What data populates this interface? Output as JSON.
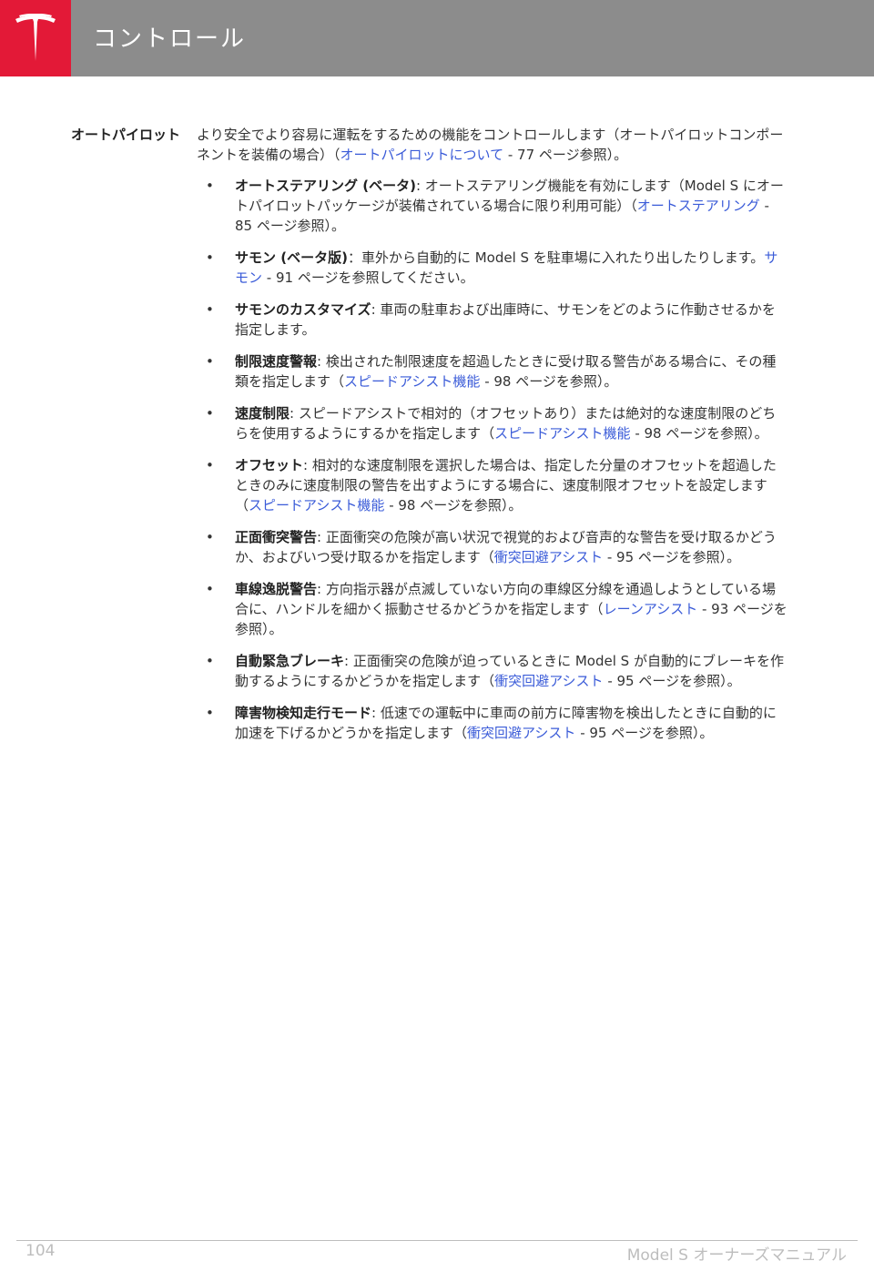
{
  "header": {
    "title": "コントロール",
    "accent_color": "#e31937",
    "bar_color": "#8c8c8c",
    "logo_icon": "tesla-logo-icon"
  },
  "section": {
    "label": "オートパイロット",
    "intro": {
      "text1": "より安全でより容易に運転をするための機能をコントロールします（オートパイロットコンポーネントを装備の場合）（",
      "link": "オートパイロットについて",
      "text2": " - 77 ページ参照）。"
    },
    "items": [
      {
        "term": "オートステアリング (ベータ)",
        "text1": ": オートステアリング機能を有効にします（Model S にオートパイロットパッケージが装備されている場合に限り利用可能）（",
        "link": "オートステアリング",
        "text2": " - 85 ページ参照）。"
      },
      {
        "term": "サモン (ベータ版)",
        "text1": "：車外から自動的に Model S を駐車場に入れたり出したりします。",
        "link": "サモン",
        "text2": " - 91 ページを参照してください。"
      },
      {
        "term": "サモンのカスタマイズ",
        "text1": ": 車両の駐車および出庫時に、サモンをどのように作動させるかを指定します。",
        "link": "",
        "text2": ""
      },
      {
        "term": "制限速度警報",
        "text1": ": 検出された制限速度を超過したときに受け取る警告がある場合に、その種類を指定します（",
        "link": "スピードアシスト機能",
        "text2": " - 98 ページを参照）。"
      },
      {
        "term": "速度制限",
        "text1": ": スピードアシストで相対的（オフセットあり）または絶対的な速度制限のどちらを使用するようにするかを指定します（",
        "link": "スピードアシスト機能",
        "text2": " - 98 ページを参照）。"
      },
      {
        "term": "オフセット",
        "text1": ": 相対的な速度制限を選択した場合は、指定した分量のオフセットを超過したときのみに速度制限の警告を出すようにする場合に、速度制限オフセットを設定します（",
        "link": "スピードアシスト機能",
        "text2": " - 98 ページを参照）。"
      },
      {
        "term": "正面衝突警告",
        "text1": ": 正面衝突の危険が高い状況で視覚的および音声的な警告を受け取るかどうか、およびいつ受け取るかを指定します（",
        "link": "衝突回避アシスト",
        "text2": " - 95 ページを参照）。"
      },
      {
        "term": "車線逸脱警告",
        "text1": ": 方向指示器が点滅していない方向の車線区分線を通過しようとしている場合に、ハンドルを細かく振動させるかどうかを指定します（",
        "link": "レーンアシスト",
        "text2": " - 93 ページを参照）。"
      },
      {
        "term": "自動緊急ブレーキ",
        "text1": ": 正面衝突の危険が迫っているときに Model S が自動的にブレーキを作動するようにするかどうかを指定します（",
        "link": "衝突回避アシスト",
        "text2": " - 95 ページを参照）。"
      },
      {
        "term": "障害物検知走行モード",
        "text1": ": 低速での運転中に車両の前方に障害物を検出したときに自動的に加速を下げるかどうかを指定します（",
        "link": "衝突回避アシスト",
        "text2": " - 95 ページを参照）。"
      }
    ]
  },
  "footer": {
    "page_number": "104",
    "title": "Model S オーナーズマニュアル"
  }
}
